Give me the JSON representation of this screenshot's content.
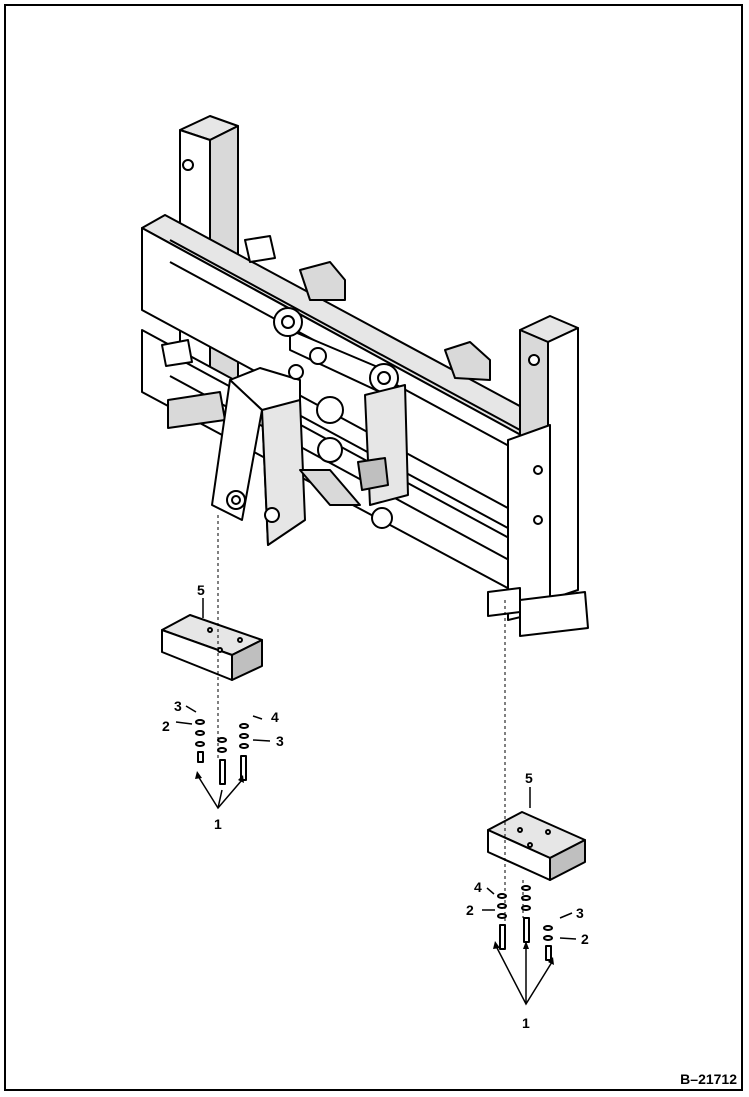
{
  "figure_id": "B–21712",
  "callouts": {
    "left_weight": "5",
    "left_bolt_group": "1",
    "left_washer_a": "3",
    "left_washer_b": "2",
    "left_washer_c": "4",
    "left_washer_d": "3",
    "right_weight": "5",
    "right_bolt_group": "1",
    "right_washer_a": "4",
    "right_washer_b": "2",
    "right_washer_c": "3",
    "right_washer_d": "2"
  },
  "colors": {
    "line": "#000000",
    "fill": "#ffffff",
    "shade": "#d9d9d9"
  }
}
